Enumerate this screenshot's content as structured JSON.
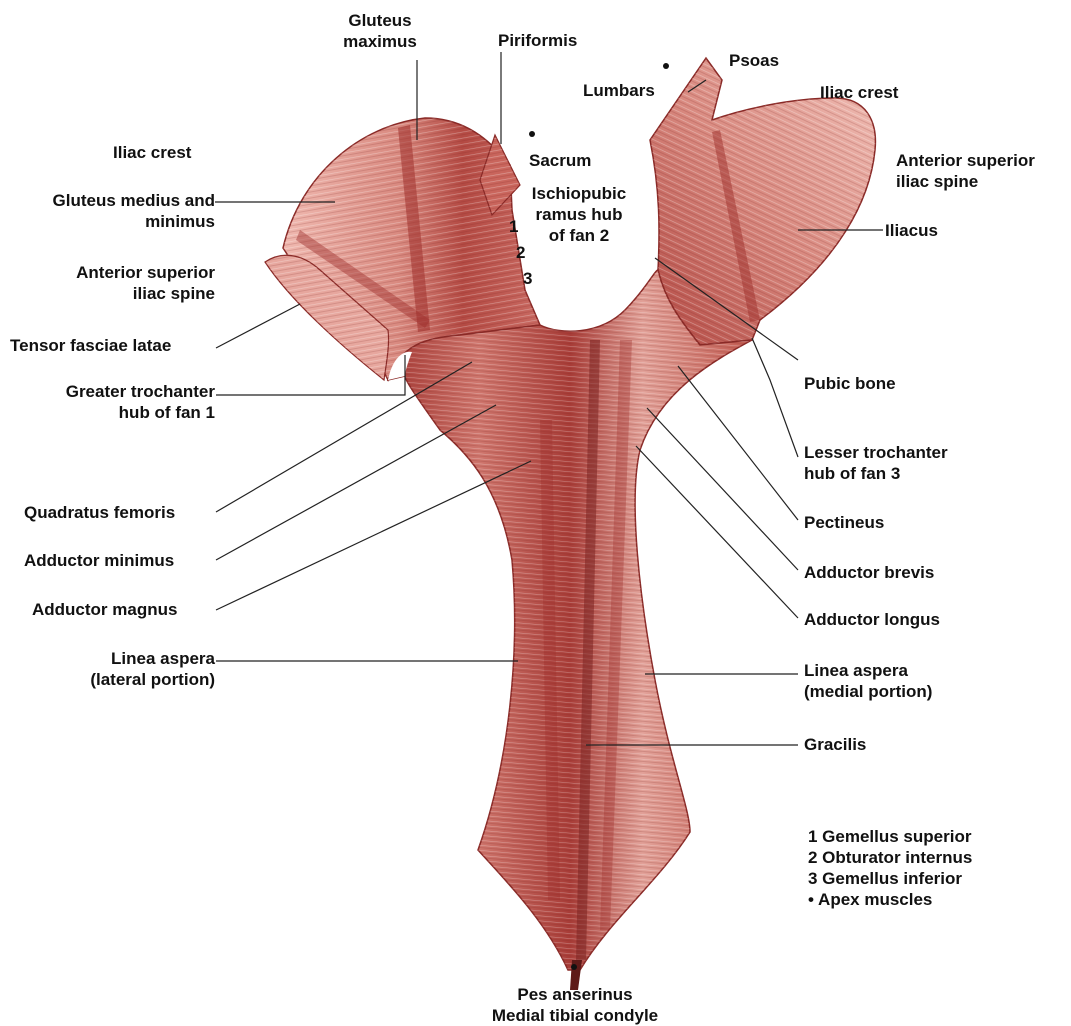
{
  "labels": {
    "gluteus_maximus": [
      "Gluteus",
      "maximus"
    ],
    "piriformis": "Piriformis",
    "lumbars": "Lumbars",
    "psoas": "Psoas",
    "iliac_crest_left": "Iliac crest",
    "iliac_crest_right": "Iliac crest",
    "sacrum": "Sacrum",
    "ischiopubic": [
      "Ischiopubic",
      "ramus hub",
      "of fan 2"
    ],
    "gluteus_medius": [
      "Gluteus medius and",
      "minimus"
    ],
    "asis_left": [
      "Anterior superior",
      "iliac spine"
    ],
    "asis_right": [
      "Anterior superior",
      "iliac spine"
    ],
    "iliacus": "Iliacus",
    "tensor": "Tensor fasciae latae",
    "greater_trochanter": [
      "Greater trochanter",
      "hub of fan 1"
    ],
    "pubic_bone": "Pubic bone",
    "lesser_trochanter": [
      "Lesser trochanter",
      "hub of fan 3"
    ],
    "quadratus": "Quadratus femoris",
    "pectineus": "Pectineus",
    "adductor_minimus": "Adductor minimus",
    "adductor_brevis": "Adductor brevis",
    "adductor_magnus": "Adductor magnus",
    "adductor_longus": "Adductor longus",
    "linea_lateral": [
      "Linea aspera",
      "(lateral portion)"
    ],
    "linea_medial": [
      "Linea aspera",
      "(medial portion)"
    ],
    "gracilis": "Gracilis",
    "pes": [
      "Pes anserinus",
      "Medial tibial condyle"
    ]
  },
  "numbers": [
    "1",
    "2",
    "3"
  ],
  "legend": [
    "1 Gemellus superior",
    "2 Obturator internus",
    "3 Gemellus inferior",
    "• Apex muscles"
  ],
  "colors": {
    "muscle_light": "#e9a9a0",
    "muscle_mid": "#cf6e64",
    "muscle_dark": "#9e2f2c",
    "outline": "#7a2220",
    "leader": "#222222"
  }
}
